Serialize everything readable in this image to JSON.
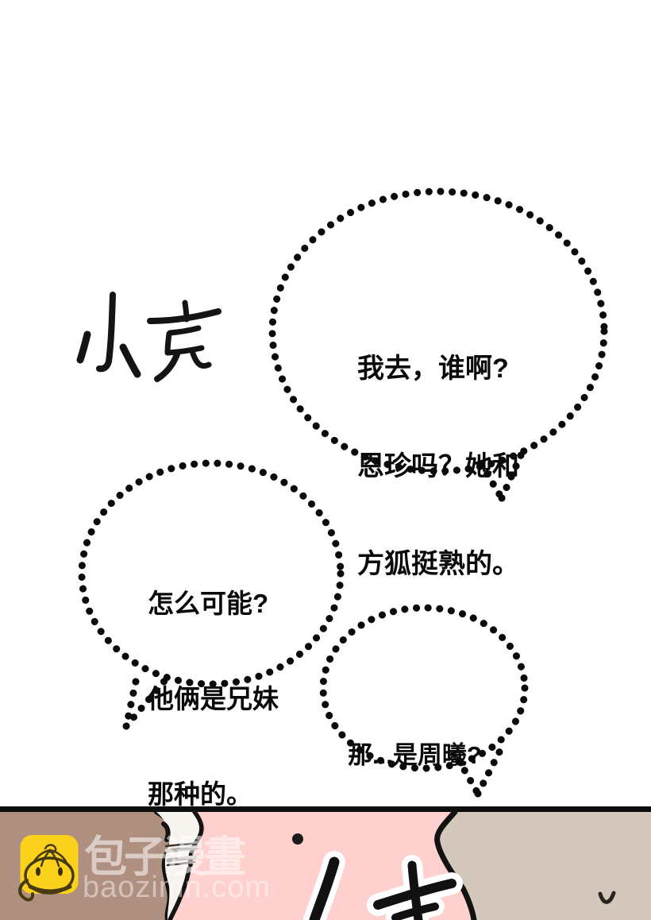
{
  "page": {
    "type": "comic-page",
    "background_color": "#ffffff"
  },
  "sound_effects": {
    "whisper_top": "小声",
    "whisper_bottom_partial": "小声"
  },
  "bubbles": [
    {
      "name": "speech-bubble-1",
      "style": "dotted-outline",
      "lines": [
        "我去，谁啊?",
        "恩珍吗？她和",
        "方狐挺熟的。"
      ]
    },
    {
      "name": "speech-bubble-2",
      "style": "dotted-outline",
      "lines": [
        "怎么可能?",
        "他俩是兄妹",
        "那种的。"
      ]
    },
    {
      "name": "speech-bubble-3",
      "style": "dotted-outline",
      "lines": [
        "那...是周曦?"
      ]
    }
  ],
  "watermark": {
    "site_name": "包子漫畫",
    "site_url": "baozimn.com",
    "logo_icon": "baozi-bun-icon",
    "logo_bg_color": "#fbd11c"
  },
  "panel_colors": {
    "outline_black": "#111111",
    "hair_brown": "#af9080",
    "skin_pink": "#ffd1ce",
    "hair_gray": "#d4c8bd"
  }
}
